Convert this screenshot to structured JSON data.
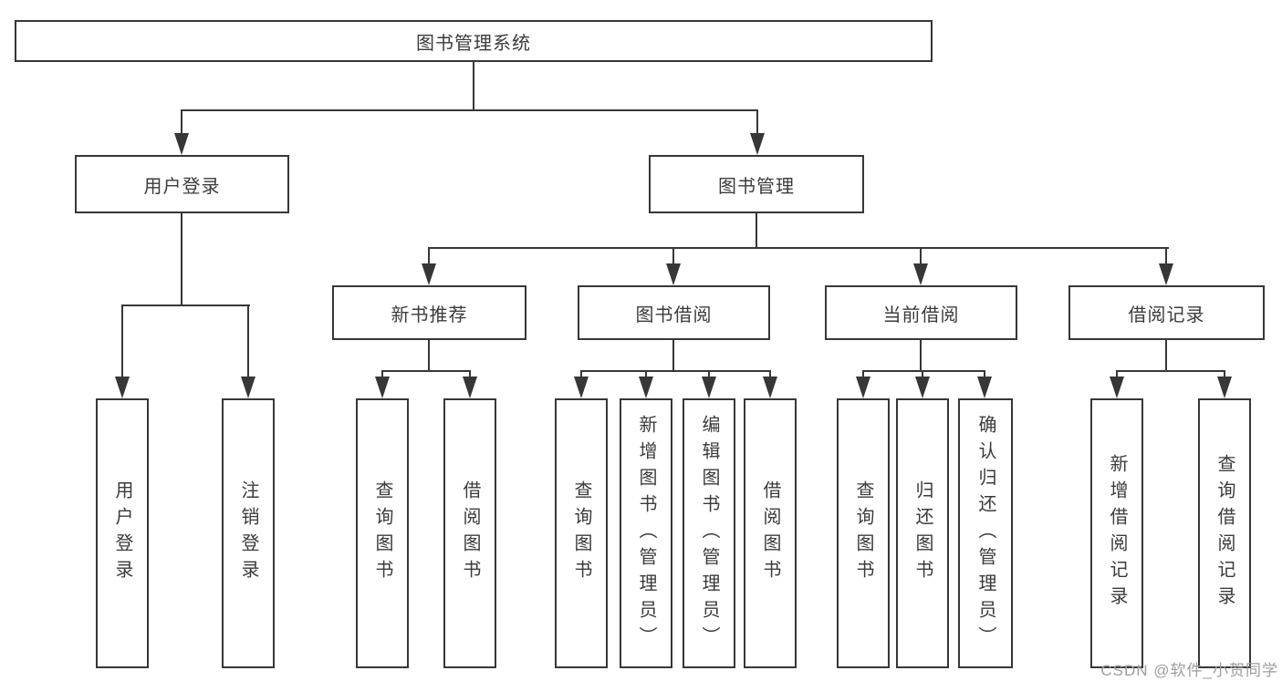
{
  "diagram": {
    "title": "图书管理系统",
    "type": "hierarchy-structure-diagram",
    "colors": {
      "line": "#373737",
      "text": "#3b3b3b",
      "box_background": "#ffffff",
      "watermark": "#9d9d9d"
    }
  },
  "tree": {
    "label": "图书管理系统",
    "children": [
      {
        "label": "用户登录",
        "children": [
          {
            "label": "用户登录"
          },
          {
            "label": "注销登录"
          }
        ]
      },
      {
        "label": "图书管理",
        "children": [
          {
            "label": "新书推荐",
            "children": [
              {
                "label": "查询图书"
              },
              {
                "label": "借阅图书"
              }
            ]
          },
          {
            "label": "图书借阅",
            "children": [
              {
                "label": "查询图书"
              },
              {
                "label": "新增图书（管理员）"
              },
              {
                "label": "编辑图书（管理员）"
              },
              {
                "label": "借阅图书"
              }
            ]
          },
          {
            "label": "当前借阅",
            "children": [
              {
                "label": "查询图书"
              },
              {
                "label": "归还图书"
              },
              {
                "label": "确认归还（管理员）"
              }
            ]
          },
          {
            "label": "借阅记录",
            "children": [
              {
                "label": "新增借阅记录"
              },
              {
                "label": "查询借阅记录"
              }
            ]
          }
        ]
      }
    ]
  },
  "watermark": "CSDN @软件_小贺同学"
}
